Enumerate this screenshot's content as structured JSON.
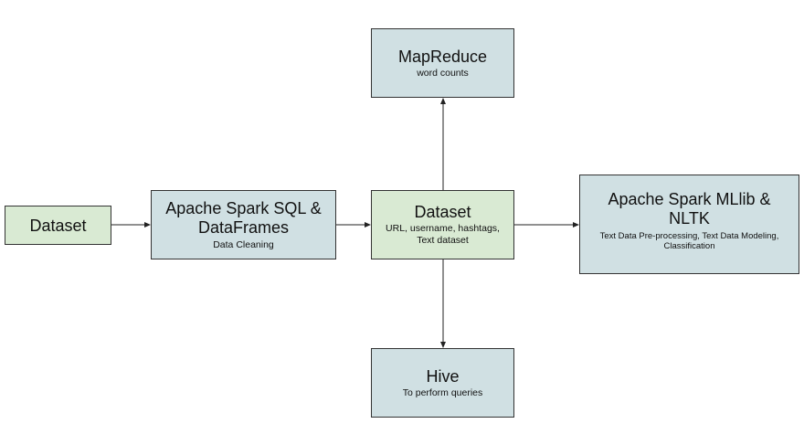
{
  "nodes": {
    "dataset_input": {
      "title": "Dataset"
    },
    "spark_sql": {
      "title": "Apache Spark SQL & DataFrames",
      "subtitle": "Data Cleaning"
    },
    "dataset_processed": {
      "title": "Dataset",
      "subtitle": "URL, username, hashtags, Text dataset"
    },
    "mapreduce": {
      "title": "MapReduce",
      "subtitle": "word counts"
    },
    "hive": {
      "title": "Hive",
      "subtitle": "To perform queries"
    },
    "mllib": {
      "title": "Apache Spark MLlib & NLTK",
      "subtitle": "Text Data Pre-processing, Text Data Modeling, Classification"
    }
  },
  "colors": {
    "green_fill": "#d9ead3",
    "blue_fill": "#d0e0e3",
    "border": "#333333",
    "arrow": "#222222"
  }
}
